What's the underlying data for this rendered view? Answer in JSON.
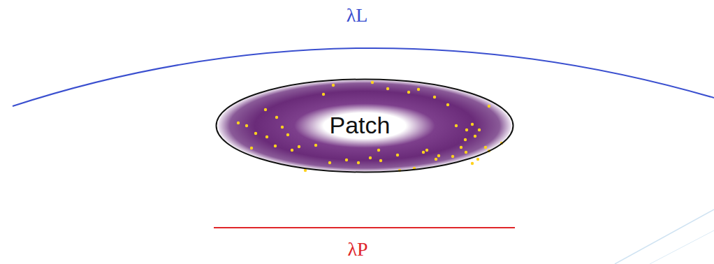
{
  "diagram": {
    "nodes": [
      {
        "text": [
          "Patch"
        ]
      }
    ],
    "labels": [
      "λL",
      "λP"
    ]
  }
}
